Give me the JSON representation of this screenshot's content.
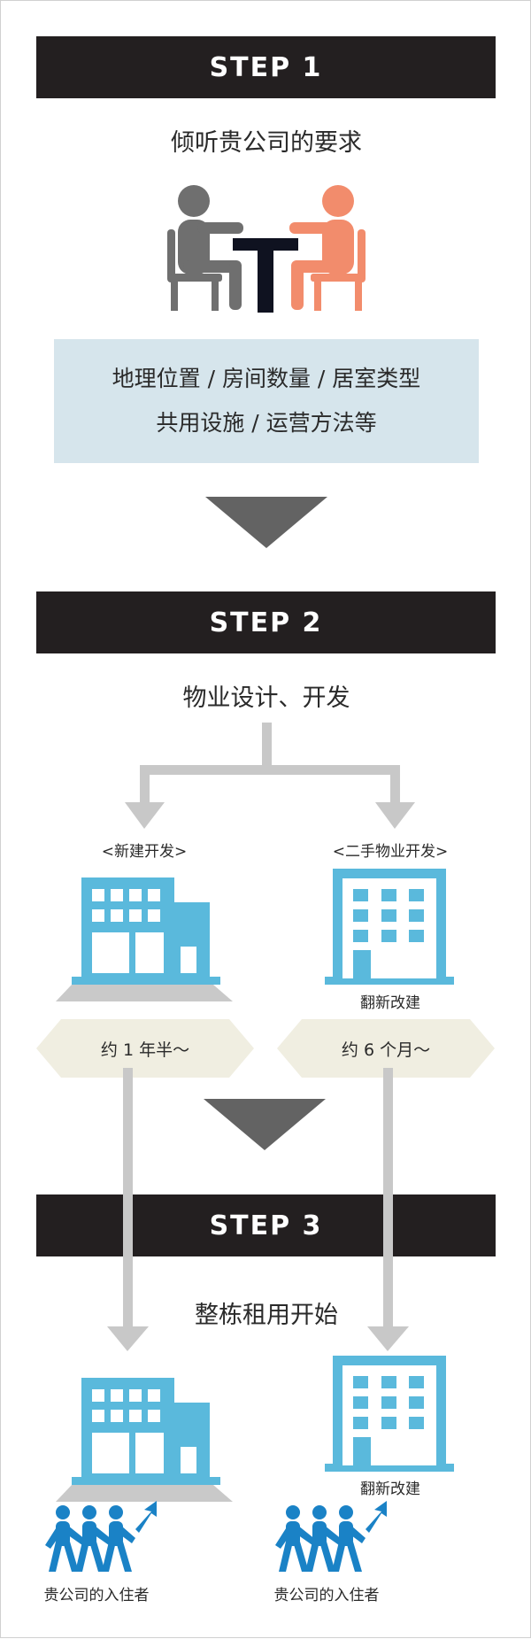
{
  "step1": {
    "label": "STEP 1",
    "heading": "倾听贵公司的要求",
    "requirements": [
      "地理位置 / 房间数量 / 居室类型",
      "共用设施 / 运营方法等"
    ]
  },
  "step2": {
    "label": "STEP 2",
    "heading": "物业设计、开发",
    "branches": [
      {
        "title": "<新建开发>",
        "duration": "约 1 年半～"
      },
      {
        "title": "<二手物业开发>",
        "caption": "翻新改建",
        "duration": "约 6 个月～"
      }
    ]
  },
  "step3": {
    "label": "STEP 3",
    "heading": "整栋租用开始",
    "left_tenants": "贵公司的入住者",
    "right_caption": "翻新改建",
    "right_tenants": "贵公司的入住者"
  },
  "colors": {
    "bar": "#231f20",
    "building_blue": "#5ab9dc",
    "arrow_grey": "#c8c8c8",
    "down_triangle": "#636363",
    "person_grey": "#6f6f6f",
    "person_orange": "#f28c6c",
    "table_navy": "#0f1220",
    "req_box": "#d6e5ec",
    "duration_band": "#f0eee1",
    "people_blue": "#1a82c6"
  }
}
